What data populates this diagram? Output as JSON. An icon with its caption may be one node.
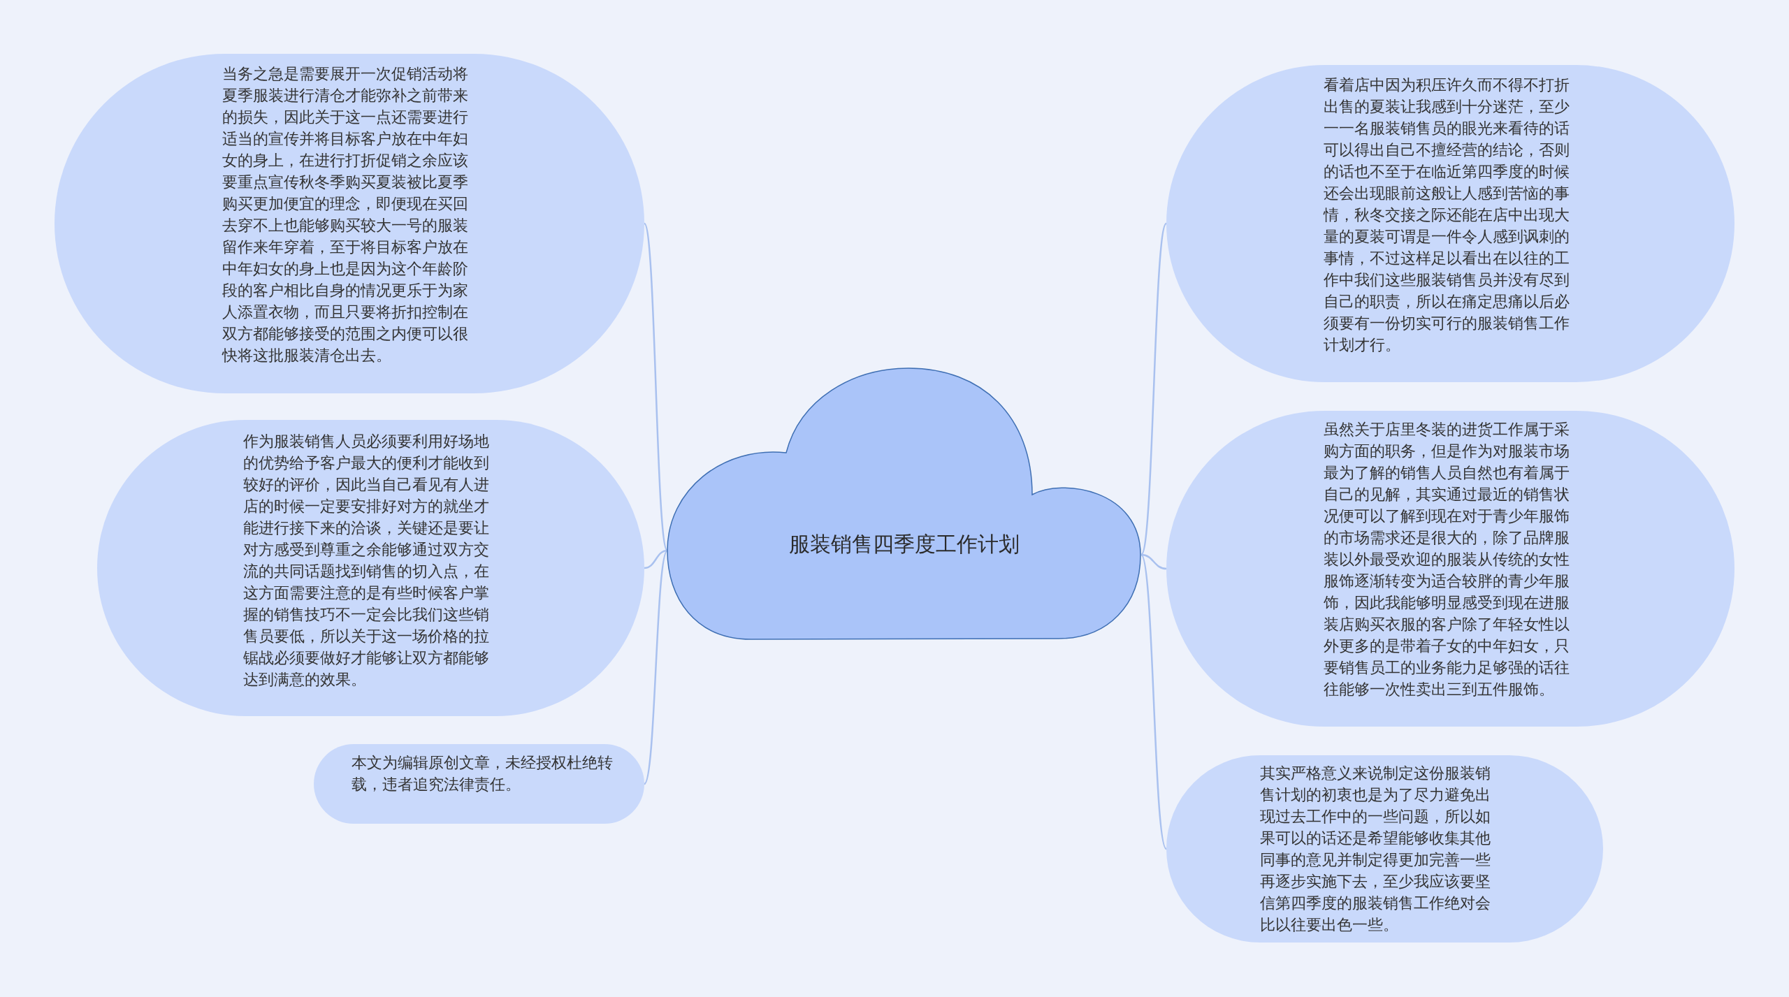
{
  "diagram": {
    "nodes": [
      {
        "text": [
          "服装销售四季度工作计划"
        ]
      },
      {
        "text": [
          "当务之急是需要展开一次促销活动将夏季服装进行清仓才能弥补之前带来的损失，因此关于这一点还需要进行适当的宣传并将目标客户放在中年妇女的身上，在进行打折促销之余应该要重点宣传秋冬季购买夏装被比夏季购买更加便宜的理念，即便现在买回去穿不上也能够购买较大一号的服装留作来年穿着，至于将目标客户放在中年妇女的身上也是因为这个年龄阶段的客户相比自身的情况更乐于为家人添置衣物，而且只要将折扣控制在双方都能够接受的范围之内便可以很快将这批服装清仓出去。"
        ]
      },
      {
        "text": [
          "作为服装销售人员必须要利用好场地的优势给予客户最大的便利才能收到较好的评价，因此当自己看见有人进店的时候一定要安排好对方的就坐才能进行接下来的洽谈，关键还是要让对方感受到尊重之余能够通过双方交流的共同话题找到销售的切入点，在这方面需要注意的是有些时候客户掌握的销售技巧不一定会比我们这些销售员要低，所以关于这一场价格的拉锯战必须要做好才能够让双方都能够达到满意的效果。"
        ]
      },
      {
        "text": [
          "本文为编辑原创文章，未经授权杜绝转载，违者追究法律责任。"
        ]
      },
      {
        "text": [
          "看着店中因为积压许久而不得不打折出售的夏装让我感到十分迷茫，至少一一名服装销售员的眼光来看待的话可以得出自己不擅经营的结论，否则的话也不至于在临近第四季度的时候还会出现眼前这般让人感到苦恼的事情，秋冬交接之际还能在店中出现大量的夏装可谓是一件令人感到讽刺的事情，不过这样足以看出在以往的工作中我们这些服装销售员并没有尽到自己的职责，所以在痛定思痛以后必须要有一份切实可行的服装销售工作计划才行。"
        ]
      },
      {
        "text": [
          "虽然关于店里冬装的进货工作属于采购方面的职务，但是作为对服装市场最为了解的销售人员自然也有着属于自己的见解，其实通过最近的销售状况便可以了解到现在对于青少年服饰的市场需求还是很大的，除了品牌服装以外最受欢迎的服装从传统的女性服饰逐渐转变为适合较胖的青少年服饰，因此我能够明显感受到现在进服装店购买衣服的客户除了年轻女性以外更多的是带着子女的中年妇女，只要销售员工的业务能力足够强的话往往能够一次性卖出三到五件服饰。"
        ]
      },
      {
        "text": [
          "其实严格意义来说制定这份服装销售计划的初衷也是为了尽力避免出现过去工作中的一些问题，所以如果可以的话还是希望能够收集其他同事的意见并制定得更加完善一些再逐步实施下去，至少我应该要坚信第四季度的服装销售工作绝对会比以往要出色一些。"
        ]
      }
    ],
    "edges": [
      {
        "from": 0,
        "to": 1,
        "arrow": "none"
      },
      {
        "from": 0,
        "to": 2,
        "arrow": "none"
      },
      {
        "from": 0,
        "to": 3,
        "arrow": "none"
      },
      {
        "from": 0,
        "to": 4,
        "arrow": "none"
      },
      {
        "from": 0,
        "to": 5,
        "arrow": "none"
      },
      {
        "from": 0,
        "to": 6,
        "arrow": "none"
      }
    ]
  }
}
